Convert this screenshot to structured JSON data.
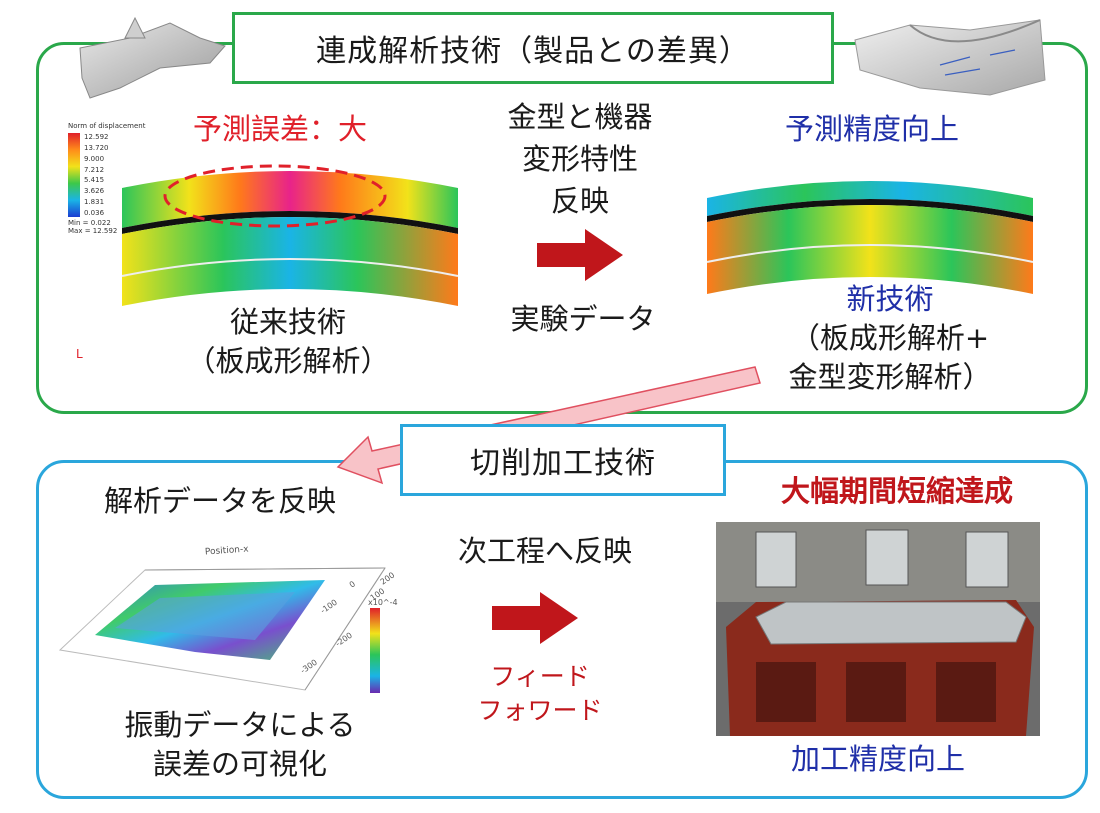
{
  "top": {
    "title": "連成解析技術（製品との差異）",
    "error_label": "予測誤差：大",
    "center_lines": [
      "金型と機器",
      "変形特性",
      "反映"
    ],
    "experiment": "実験データ",
    "accuracy_label": "予測精度向上",
    "old_lines": [
      "従来技術",
      "（板成形解析）"
    ],
    "new_lines": [
      "新技術",
      "（板成形解析+",
      "金型変形解析）"
    ],
    "legend": {
      "title": "Norm of displacement",
      "values": [
        "12.592",
        "13.720",
        "9.000",
        "7.212",
        "5.415",
        "3.626",
        "1.831",
        "0.036"
      ],
      "max_lines": [
        "Min = 0.022",
        "Max = 12.592"
      ]
    },
    "small_mark": "L"
  },
  "bottom": {
    "title": "切削加工技術",
    "analysis_label": "解析データを反映",
    "next_process": "次工程へ反映",
    "feedforward_lines": [
      "フィード",
      "フォワード"
    ],
    "result": "大幅期間短縮達成",
    "vib_lines": [
      "振動データによる",
      "誤差の可視化"
    ],
    "precision": "加工精度向上",
    "plot_axis_label": "Position-x",
    "plot_colorbar_title": "x10^-4",
    "plot_ticks": [
      "-100",
      "-200",
      "-300",
      "0",
      "100",
      "200"
    ]
  },
  "colors": {
    "green_border": "#2aa84a",
    "blue_border": "#2aa6dc",
    "red_text": "#e0202a",
    "blue_text": "#1f2fa8",
    "arrow_red": "#c0161b"
  }
}
